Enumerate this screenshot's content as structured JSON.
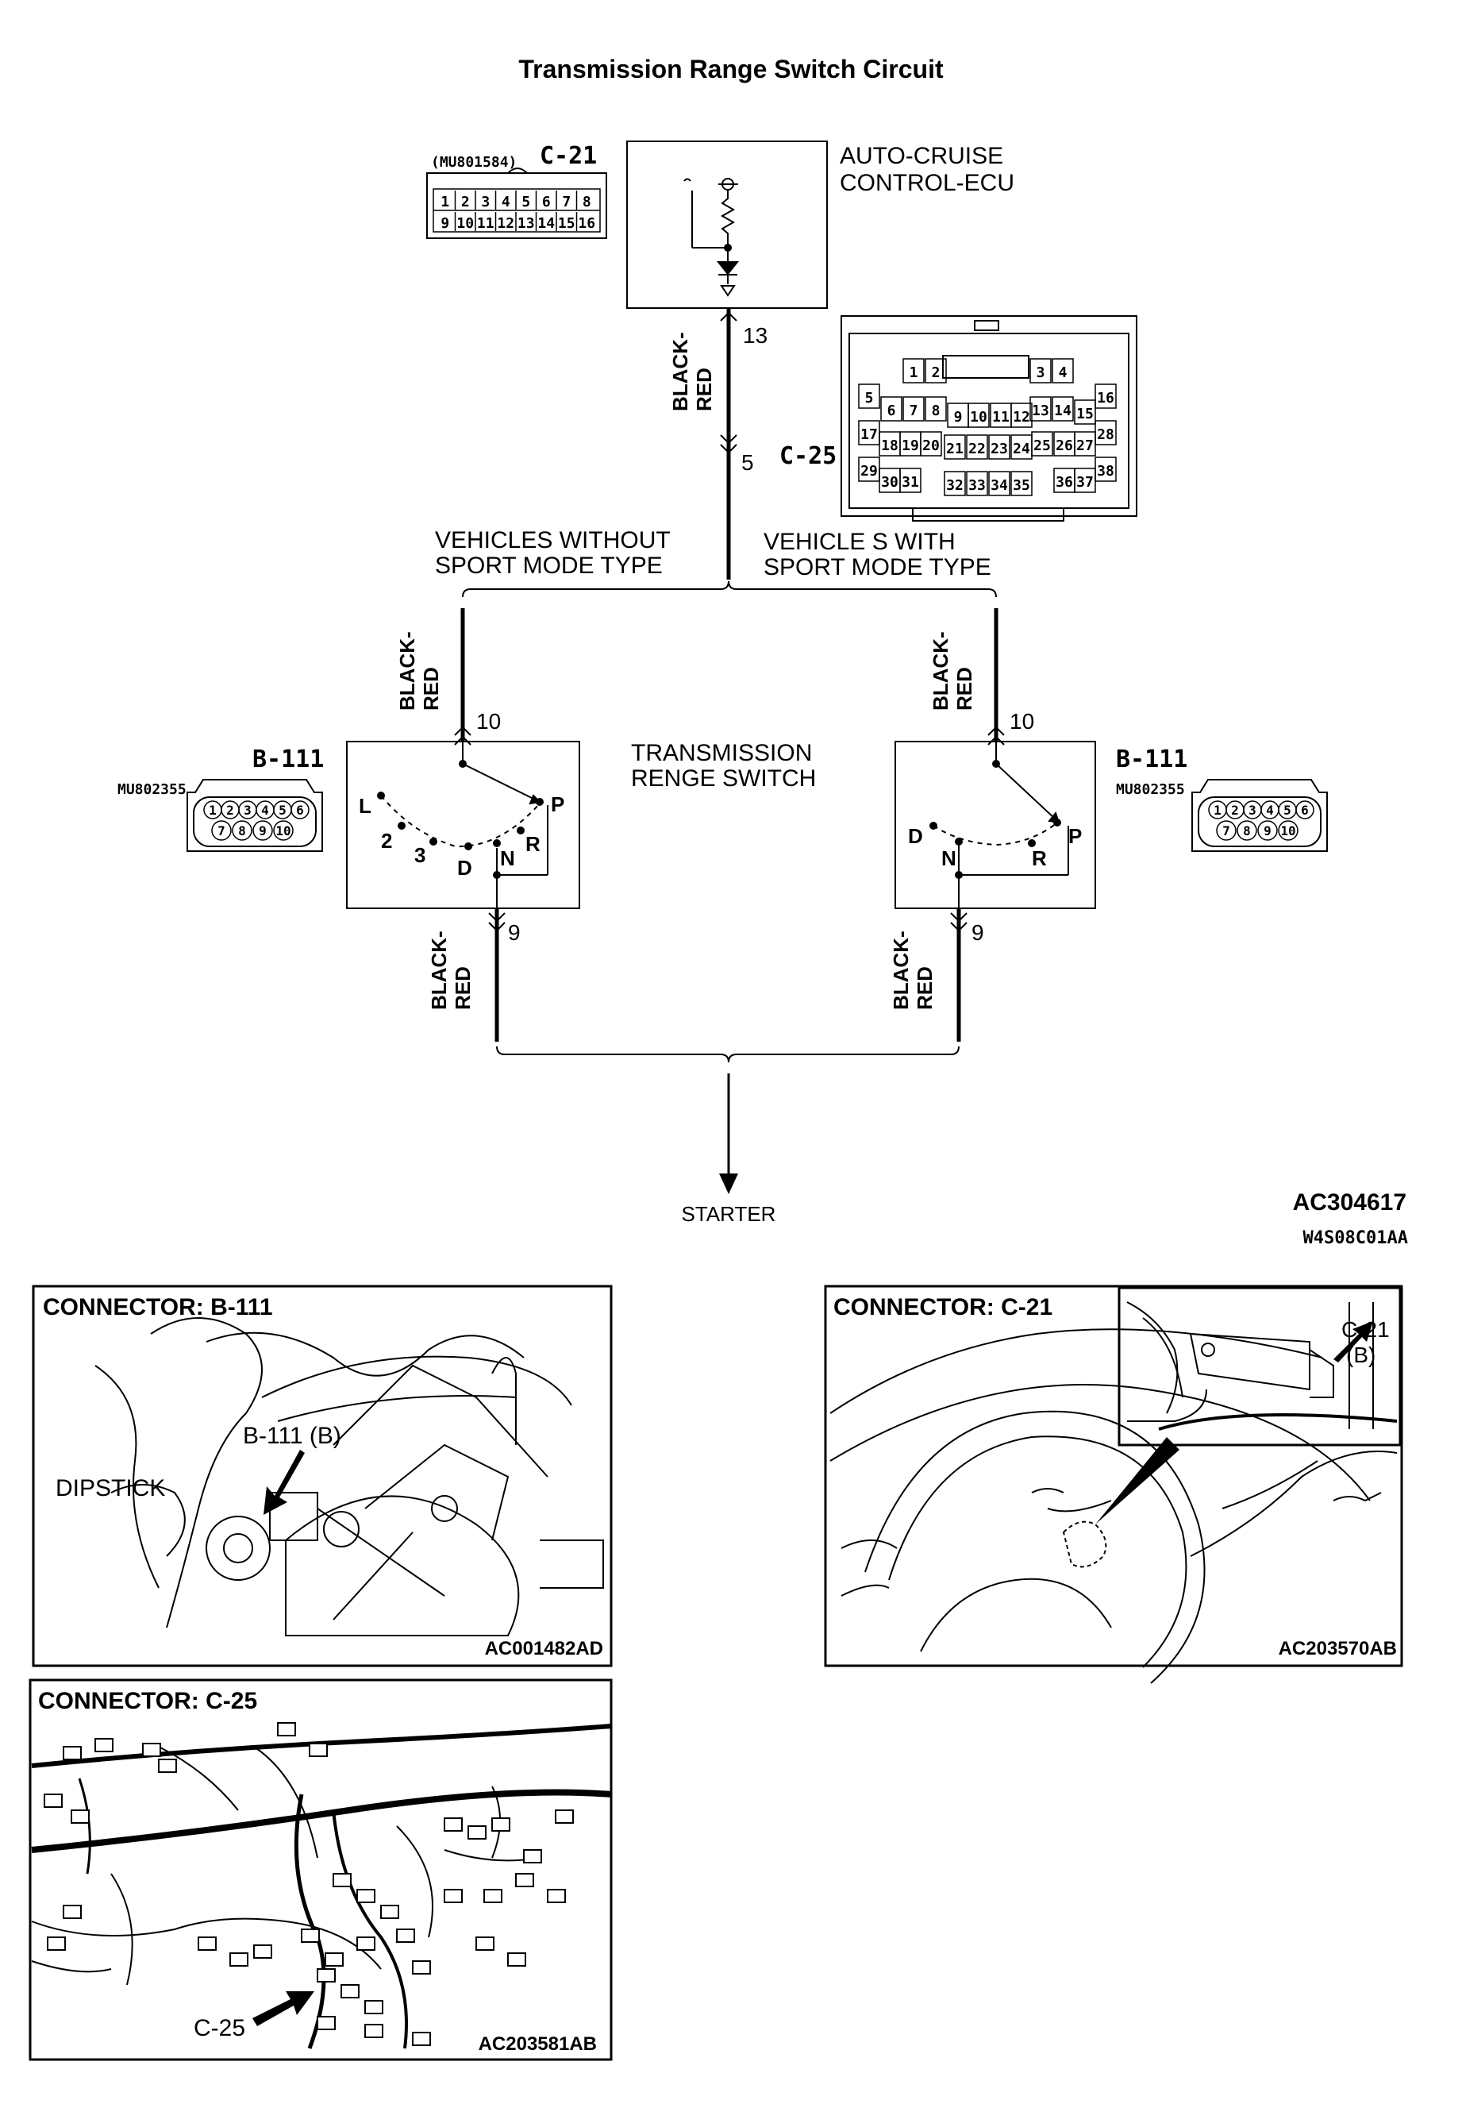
{
  "title": "Transmission Range Switch Circuit",
  "ecu": {
    "label_line1": "AUTO-CRUISE",
    "label_line2": "CONTROL-ECU",
    "pin": "13"
  },
  "c21_pinout": {
    "id": "C-21",
    "part": "(MU801584)",
    "row1": [
      "1",
      "2",
      "3",
      "4",
      "5",
      "6",
      "7",
      "8"
    ],
    "row2": [
      "9",
      "10",
      "11",
      "12",
      "13",
      "14",
      "15",
      "16"
    ]
  },
  "c25_pinout": {
    "id": "C-25",
    "pin": "5",
    "pins": [
      "1",
      "2",
      "3",
      "4",
      "5",
      "6",
      "7",
      "8",
      "9",
      "10",
      "11",
      "12",
      "13",
      "14",
      "15",
      "16",
      "17",
      "18",
      "19",
      "20",
      "21",
      "22",
      "23",
      "24",
      "25",
      "26",
      "27",
      "28",
      "29",
      "30",
      "31",
      "32",
      "33",
      "34",
      "35",
      "36",
      "37",
      "38"
    ]
  },
  "wire_color_line1": "BLACK-",
  "wire_color_line2": "RED",
  "branch_left_line1": "VEHICLES WITHOUT",
  "branch_left_line2": "SPORT MODE TYPE",
  "branch_right_line1": "VEHICLE S WITH",
  "branch_right_line2": "SPORT MODE TYPE",
  "switch_label_line1": "TRANSMISSION",
  "switch_label_line2": "RENGE SWITCH",
  "switch_pin_top": "10",
  "switch_pin_bottom": "9",
  "b111": {
    "id": "B-111",
    "part": "MU802355",
    "row1": [
      "1",
      "2",
      "3",
      "4",
      "5",
      "6"
    ],
    "row2": [
      "7",
      "8",
      "9",
      "10"
    ]
  },
  "positions_left": [
    "L",
    "2",
    "3",
    "D",
    "N",
    "R",
    "P"
  ],
  "positions_right": [
    "D",
    "N",
    "R",
    "P"
  ],
  "starter": "STARTER",
  "figure_code": "AC304617",
  "figure_sub_code": "W4S08C01AA",
  "panels": {
    "b111": {
      "title": "CONNECTOR: B-111",
      "callout": "B-111 (B)",
      "dipstick": "DIPSTICK",
      "code": "AC001482AD"
    },
    "c21": {
      "title": "CONNECTOR: C-21",
      "callout_line1": "C-21",
      "callout_line2": "(B)",
      "code": "AC203570AB"
    },
    "c25": {
      "title": "CONNECTOR: C-25",
      "callout": "C-25",
      "code": "AC203581AB"
    }
  }
}
